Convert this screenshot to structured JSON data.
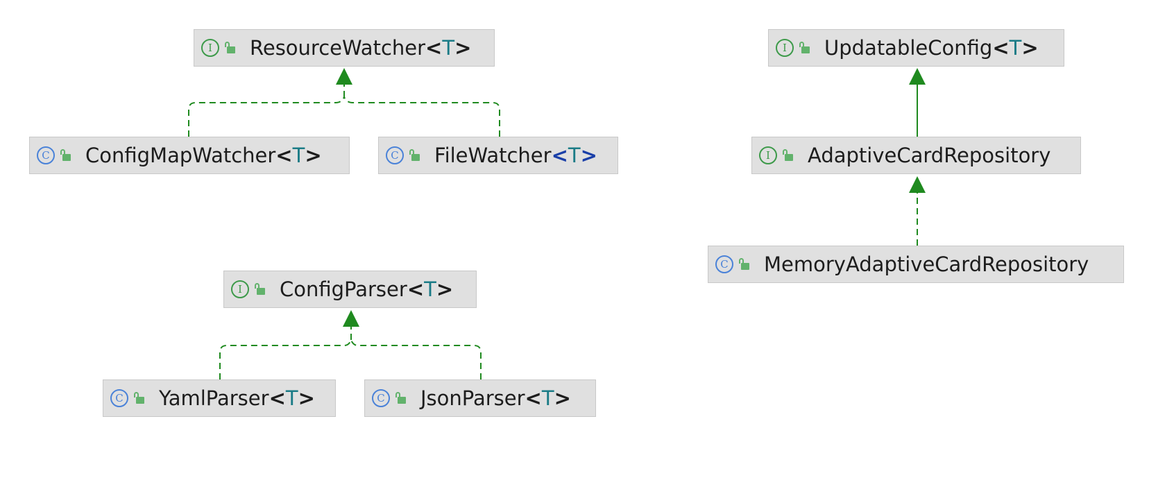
{
  "diagram": {
    "edge_color": "#1f8a1f",
    "nodes": [
      {
        "id": "resource-watcher",
        "kind": "interface",
        "kind_glyph": "I",
        "icon": "unlocked-padlock-icon",
        "name": "ResourceWatcher",
        "generic": {
          "open": "<",
          "param": "T",
          "close": ">"
        }
      },
      {
        "id": "config-map-watcher",
        "kind": "class",
        "kind_glyph": "C",
        "icon": "unlocked-padlock-icon",
        "name": "ConfigMapWatcher",
        "generic": {
          "open": "<",
          "param": "T",
          "close": ">"
        }
      },
      {
        "id": "file-watcher",
        "kind": "class",
        "kind_glyph": "C",
        "icon": "unlocked-padlock-icon",
        "name": "FileWatcher",
        "generic": {
          "open": "<",
          "param": "T",
          "close": ">"
        }
      },
      {
        "id": "config-parser",
        "kind": "interface",
        "kind_glyph": "I",
        "icon": "unlocked-padlock-icon",
        "name": "ConfigParser",
        "generic": {
          "open": "<",
          "param": "T",
          "close": ">"
        }
      },
      {
        "id": "yaml-parser",
        "kind": "class",
        "kind_glyph": "C",
        "icon": "unlocked-padlock-icon",
        "name": "YamlParser",
        "generic": {
          "open": "<",
          "param": "T",
          "close": ">"
        }
      },
      {
        "id": "json-parser",
        "kind": "class",
        "kind_glyph": "C",
        "icon": "unlocked-padlock-icon",
        "name": "JsonParser",
        "generic": {
          "open": "<",
          "param": "T",
          "close": ">"
        }
      },
      {
        "id": "updatable-config",
        "kind": "interface",
        "kind_glyph": "I",
        "icon": "unlocked-padlock-icon",
        "name": "UpdatableConfig",
        "generic": {
          "open": "<",
          "param": "T",
          "close": ">"
        }
      },
      {
        "id": "adaptive-card-repository",
        "kind": "interface",
        "kind_glyph": "I",
        "icon": "unlocked-padlock-icon",
        "name": "AdaptiveCardRepository"
      },
      {
        "id": "memory-adaptive-card-repository",
        "kind": "class",
        "kind_glyph": "C",
        "icon": "unlocked-padlock-icon",
        "name": "MemoryAdaptiveCardRepository"
      }
    ],
    "edges": [
      {
        "from": "config-map-watcher",
        "to": "resource-watcher",
        "relation": "implements",
        "style": "dashed"
      },
      {
        "from": "file-watcher",
        "to": "resource-watcher",
        "relation": "implements",
        "style": "dashed"
      },
      {
        "from": "yaml-parser",
        "to": "config-parser",
        "relation": "implements",
        "style": "dashed"
      },
      {
        "from": "json-parser",
        "to": "config-parser",
        "relation": "implements",
        "style": "dashed"
      },
      {
        "from": "adaptive-card-repository",
        "to": "updatable-config",
        "relation": "extends",
        "style": "solid"
      },
      {
        "from": "memory-adaptive-card-repository",
        "to": "adaptive-card-repository",
        "relation": "implements",
        "style": "dashed"
      }
    ]
  }
}
